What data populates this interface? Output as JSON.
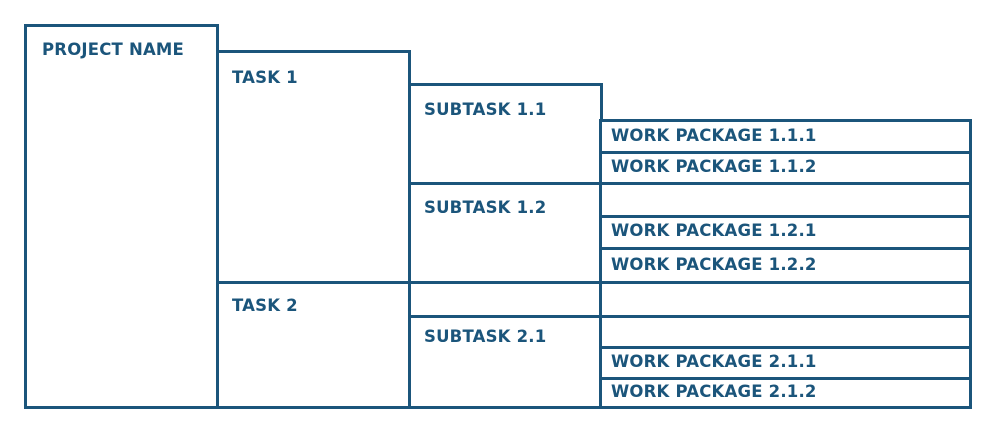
{
  "colors": {
    "line": "#1b557b",
    "text": "#1b557b",
    "background": "#ffffff"
  },
  "project": {
    "name": "PROJECT NAME"
  },
  "tasks": [
    {
      "label": "TASK 1",
      "subtasks": [
        {
          "label": "SUBTASK 1.1",
          "work_packages": [
            "WORK PACKAGE 1.1.1",
            "WORK PACKAGE 1.1.2"
          ]
        },
        {
          "label": "SUBTASK 1.2",
          "work_packages": [
            "WORK PACKAGE 1.2.1",
            "WORK PACKAGE 1.2.2"
          ]
        }
      ]
    },
    {
      "label": "TASK 2",
      "subtasks": [
        {
          "label": "SUBTASK 2.1",
          "work_packages": [
            "WORK PACKAGE 2.1.1",
            "WORK PACKAGE 2.1.2"
          ]
        }
      ]
    }
  ]
}
